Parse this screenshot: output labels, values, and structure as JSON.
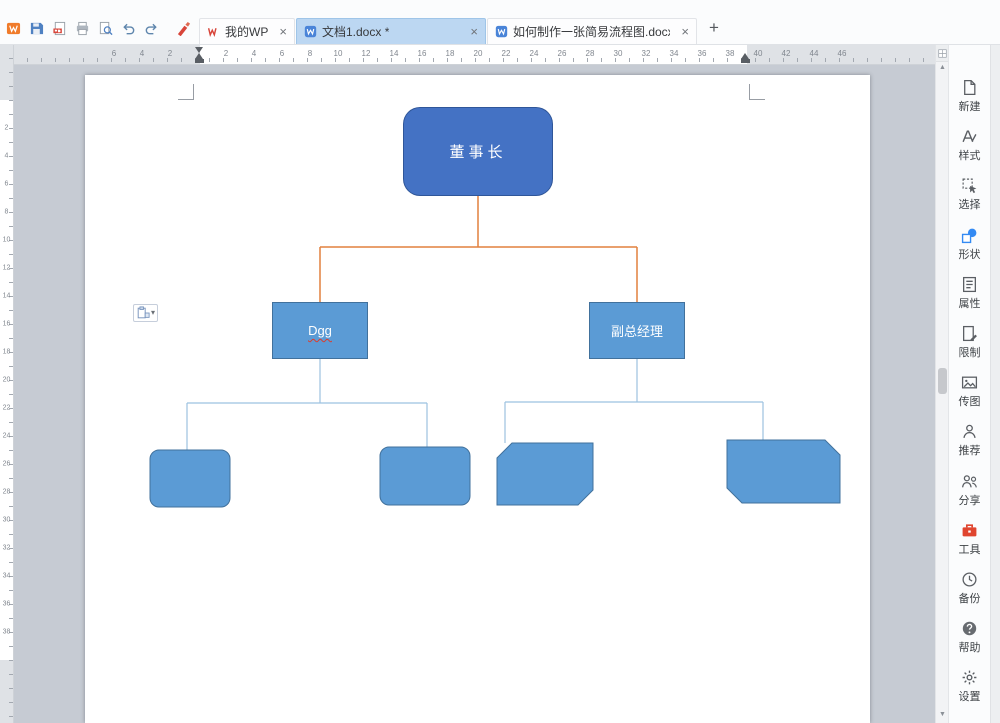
{
  "topbar": {
    "quick_icons": [
      {
        "name": "wps-menu-icon"
      },
      {
        "name": "save-icon"
      },
      {
        "name": "export-icon"
      },
      {
        "name": "print-icon"
      },
      {
        "name": "preview-icon"
      },
      {
        "name": "undo-icon"
      },
      {
        "name": "redo-icon"
      }
    ],
    "format_brush": {
      "name": "format-brush-icon"
    },
    "tabs": [
      {
        "label": "我的WPS",
        "icon": "wps-home-icon",
        "active": false
      },
      {
        "label": "文档1.docx *",
        "icon": "doc-icon",
        "active": true
      },
      {
        "label": "如何制作一张简易流程图.docx",
        "icon": "doc-icon",
        "active": false
      }
    ],
    "new_tab_label": "+"
  },
  "icons": {
    "close": "×",
    "scroll_up": "▲",
    "scroll_down": "▼",
    "dropdown_arrow": "▾"
  },
  "ruler": {
    "h_numbers": [
      "6",
      "4",
      "2",
      "2",
      "4",
      "6",
      "8",
      "10",
      "12",
      "14",
      "16",
      "18",
      "20",
      "22",
      "24",
      "26",
      "28",
      "30",
      "32",
      "34",
      "36",
      "38",
      "40",
      "42",
      "44",
      "46"
    ],
    "v_numbers": [
      "2",
      "4",
      "6",
      "8",
      "10",
      "12",
      "14",
      "16",
      "18",
      "20",
      "22",
      "24",
      "26",
      "28",
      "30",
      "32",
      "34",
      "36",
      "38"
    ]
  },
  "document": {
    "org_chart": {
      "chairman": "董事长",
      "left_manager": "Dgg",
      "right_manager": "副总经理"
    },
    "colors": {
      "chairman_fill": "#4472c4",
      "manager_fill": "#5b9bd5",
      "child_fill": "#5b9bd5",
      "child_stroke": "#41719c",
      "orange_connector": "#e2813e",
      "blue_connector": "#9cc2e0"
    }
  },
  "sidebar": {
    "items": [
      {
        "label": "新建",
        "icon": "new-doc-icon",
        "active": false
      },
      {
        "label": "样式",
        "icon": "style-icon",
        "active": false
      },
      {
        "label": "选择",
        "icon": "select-icon",
        "active": false
      },
      {
        "label": "形状",
        "icon": "shape-icon",
        "active": true
      },
      {
        "label": "属性",
        "icon": "properties-icon",
        "active": false
      },
      {
        "label": "限制",
        "icon": "restrict-icon",
        "active": false
      },
      {
        "label": "传图",
        "icon": "upload-image-icon",
        "active": false
      },
      {
        "label": "推荐",
        "icon": "recommend-icon",
        "active": false
      },
      {
        "label": "分享",
        "icon": "share-icon",
        "active": false
      },
      {
        "label": "工具",
        "icon": "tools-icon",
        "active": false
      },
      {
        "label": "备份",
        "icon": "backup-icon",
        "active": false
      },
      {
        "label": "帮助",
        "icon": "help-icon",
        "active": false
      },
      {
        "label": "设置",
        "icon": "settings-icon",
        "active": false
      }
    ]
  }
}
